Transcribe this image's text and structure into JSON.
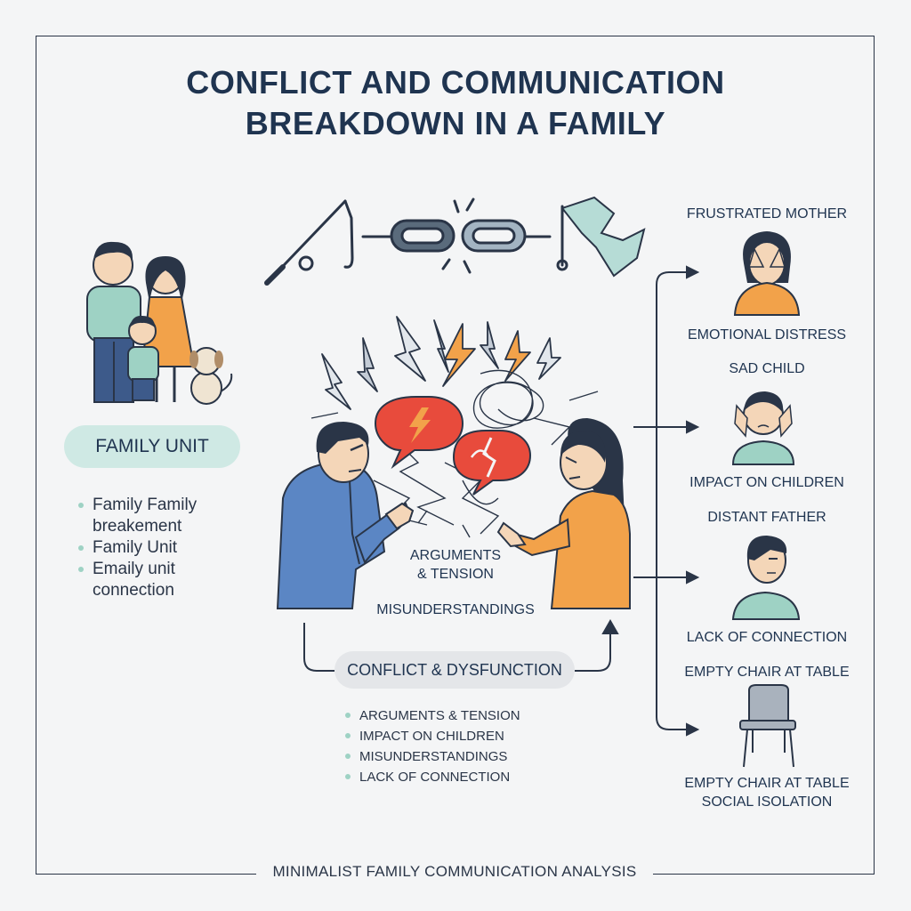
{
  "title_line1": "CONFLICT AND COMMUNICATION",
  "title_line2": "BREAKDOWN IN A FAMILY",
  "family_unit": {
    "label": "FAMILY UNIT",
    "bullets": [
      "Family Family breakement",
      "Family Unit",
      "Emaily unit connection"
    ]
  },
  "center": {
    "arguments_label": "ARGUMENTS & TENSION",
    "misunderstandings_label": "MISUNDERSTANDINGS",
    "conflict_label": "CONFLICT & DYSFUNCTION",
    "bullets": [
      "ARGUMENTS & TENSION",
      "IMPACT ON CHILDREN",
      "MISUNDERSTANDINGS",
      "LACK OF CONNECTION"
    ]
  },
  "effects": {
    "frustrated_mother": "FRUSTRATED MOTHER",
    "emotional_distress": "EMOTIONAL DISTRESS",
    "sad_child": "SAD CHILD",
    "impact_on_children": "IMPACT ON CHILDREN",
    "distant_father": "DISTANT FATHER",
    "lack_of_connection": "LACK OF CONNECTION",
    "empty_chair_title": "EMPTY CHAIR AT TABLE",
    "empty_chair_caption": "EMPTY CHAIR AT TABLE",
    "social_isolation": "SOCIAL ISOLATION"
  },
  "footer": "MINIMALIST FAMILY COMMUNICATION ANALYSIS",
  "colors": {
    "navy": "#1f3450",
    "teal": "#9ed2c4",
    "orange": "#f2a24a",
    "red": "#e84b3c",
    "blue_shirt": "#5b86c4",
    "gray_chair": "#a9b2bd"
  },
  "icons": [
    "fishing-rod-icon",
    "broken-chain-icon",
    "torn-flag-icon",
    "lightning-icon",
    "speech-bubble-icon",
    "tangle-icon",
    "arrow-icon",
    "chair-icon"
  ]
}
